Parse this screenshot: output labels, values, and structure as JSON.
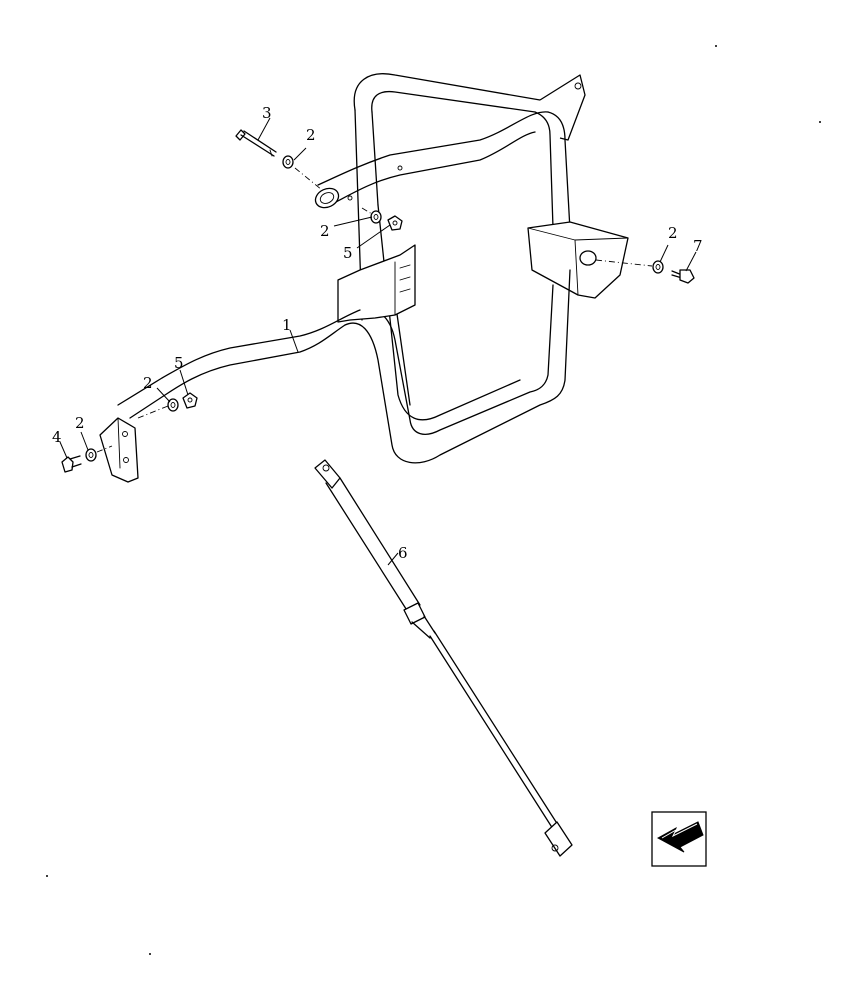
{
  "diagram": {
    "callouts": [
      {
        "id": "c1",
        "label": "1"
      },
      {
        "id": "c2a",
        "label": "2"
      },
      {
        "id": "c2b",
        "label": "2"
      },
      {
        "id": "c2c",
        "label": "2"
      },
      {
        "id": "c2d",
        "label": "2"
      },
      {
        "id": "c2e",
        "label": "2"
      },
      {
        "id": "c3",
        "label": "3"
      },
      {
        "id": "c4",
        "label": "4"
      },
      {
        "id": "c5a",
        "label": "5"
      },
      {
        "id": "c5b",
        "label": "5"
      },
      {
        "id": "c6",
        "label": "6"
      },
      {
        "id": "c7",
        "label": "7"
      }
    ],
    "nav_icon": "back-arrow-icon",
    "colors": {
      "ink": "#000000",
      "background": "#ffffff"
    }
  }
}
